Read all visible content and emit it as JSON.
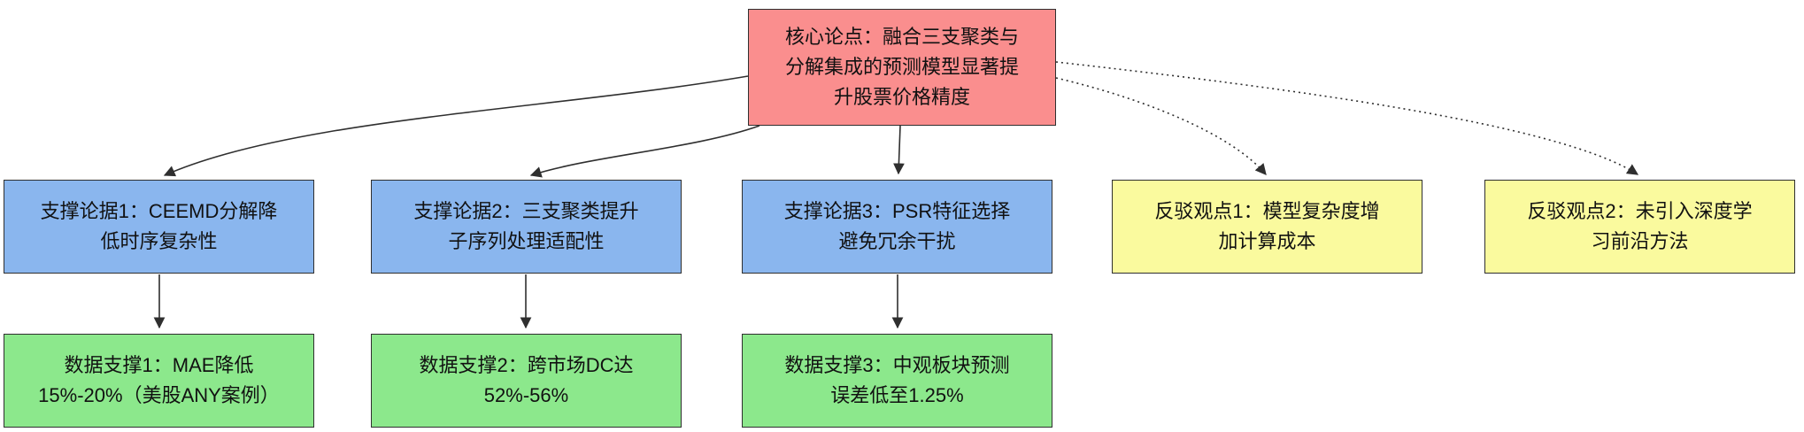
{
  "diagram": {
    "core": {
      "id": "core",
      "label": "核心论点：融合三支聚类与分解集成的预测模型显著提升股票价格精度"
    },
    "supports": [
      {
        "id": "support-1",
        "label": "支撑论据1：CEEMD分解降低时序复杂性"
      },
      {
        "id": "support-2",
        "label": "支撑论据2：三支聚类提升子序列处理适配性"
      },
      {
        "id": "support-3",
        "label": "支撑论据3：PSR特征选择避免冗余干扰"
      }
    ],
    "counters": [
      {
        "id": "counter-1",
        "label": "反驳观点1：模型复杂度增加计算成本"
      },
      {
        "id": "counter-2",
        "label": "反驳观点2：未引入深度学习前沿方法"
      }
    ],
    "evidence": [
      {
        "id": "evidence-1",
        "label": "数据支撑1：MAE降低15%-20%（美股ANY案例）"
      },
      {
        "id": "evidence-2",
        "label": "数据支撑2：跨市场DC达52%-56%"
      },
      {
        "id": "evidence-3",
        "label": "数据支撑3：中观板块预测误差低至1.25%"
      }
    ],
    "edges": [
      {
        "from": "core",
        "to": "support-1",
        "style": "solid"
      },
      {
        "from": "core",
        "to": "support-2",
        "style": "solid"
      },
      {
        "from": "core",
        "to": "support-3",
        "style": "solid"
      },
      {
        "from": "core",
        "to": "counter-1",
        "style": "dotted"
      },
      {
        "from": "core",
        "to": "counter-2",
        "style": "dotted"
      },
      {
        "from": "support-1",
        "to": "evidence-1",
        "style": "solid"
      },
      {
        "from": "support-2",
        "to": "evidence-2",
        "style": "solid"
      },
      {
        "from": "support-3",
        "to": "evidence-3",
        "style": "solid"
      }
    ],
    "colors": {
      "core": "#fa8e8e",
      "support": "#8ab6ee",
      "counter": "#fafa9e",
      "evidence": "#8ce88c",
      "border": "#2f2f2f",
      "arrow": "#2f2f2f"
    }
  }
}
